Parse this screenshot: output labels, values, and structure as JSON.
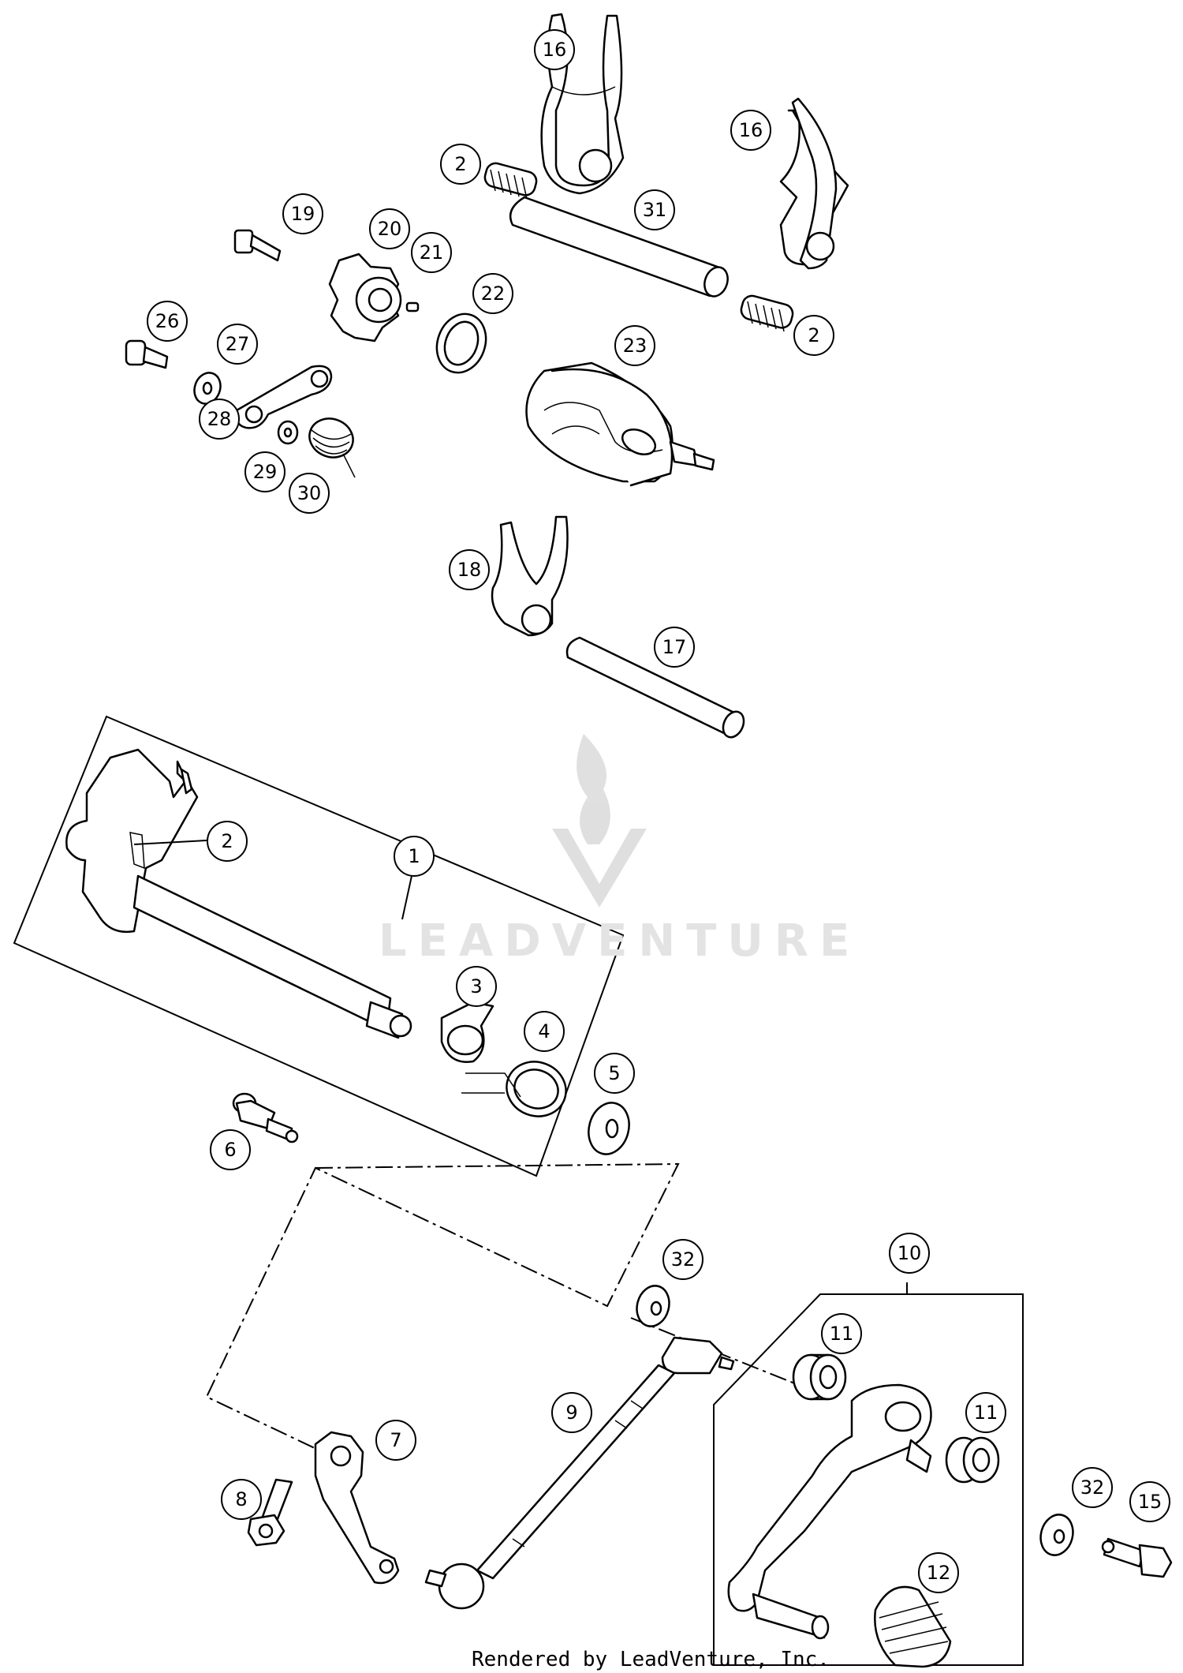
{
  "watermark": "LEADVENTURE",
  "footer": "Rendered by LeadVenture, Inc.",
  "callouts": [
    "16",
    "16",
    "2",
    "2",
    "31",
    "19",
    "20",
    "21",
    "22",
    "26",
    "27",
    "23",
    "28",
    "29",
    "30",
    "18",
    "17",
    "1",
    "2",
    "3",
    "4",
    "5",
    "6",
    "32",
    "10",
    "9",
    "11",
    "11",
    "7",
    "8",
    "32",
    "15",
    "12"
  ]
}
